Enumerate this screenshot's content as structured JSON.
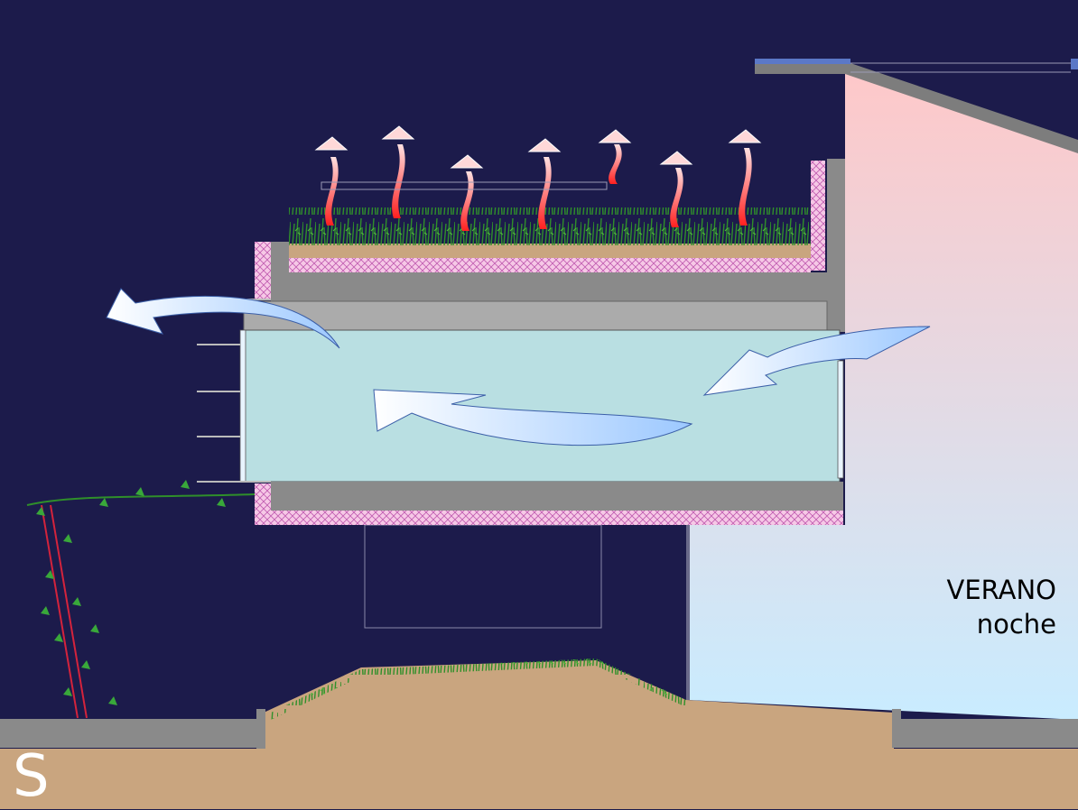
{
  "labels": {
    "season": "VERANO",
    "period": "noche",
    "orientation": "S"
  },
  "colors": {
    "night_sky": "#1c1b4b",
    "ground": "#c9a57f",
    "slab": "#8a8a8a",
    "insulation": "#f4c6e4",
    "interior_air": "#b9dfe2",
    "heat_arrows": "#ff3a3a",
    "airflow_arrows": "#9cc8ff",
    "vegetation": "#2f8f2a"
  },
  "icons": {
    "moon": "crescent-moon-icon",
    "heat": "heat-release-arrow-icon",
    "airflow": "airflow-arrow-icon"
  }
}
